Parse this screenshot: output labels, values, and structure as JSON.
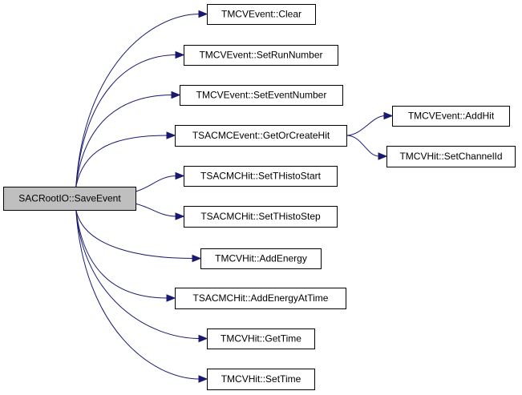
{
  "graph": {
    "root": {
      "id": "root",
      "label": "SACRootIO::SaveEvent",
      "fill": "#bfbfbf"
    },
    "callees": [
      {
        "id": "clear",
        "label": "TMCVEvent::Clear"
      },
      {
        "id": "setrun",
        "label": "TMCVEvent::SetRunNumber"
      },
      {
        "id": "setevent",
        "label": "TMCVEvent::SetEventNumber"
      },
      {
        "id": "getorcreate",
        "label": "TSACMCEvent::GetOrCreateHit"
      },
      {
        "id": "histostart",
        "label": "TSACMCHit::SetTHistoStart"
      },
      {
        "id": "histostep",
        "label": "TSACMCHit::SetTHistoStep"
      },
      {
        "id": "addenergy",
        "label": "TMCVHit::AddEnergy"
      },
      {
        "id": "addenergyat",
        "label": "TSACMCHit::AddEnergyAtTime"
      },
      {
        "id": "gettime",
        "label": "TMCVHit::GetTime"
      },
      {
        "id": "settime",
        "label": "TMCVHit::SetTime"
      }
    ],
    "secondary": [
      {
        "id": "addhit",
        "label": "TMCVEvent::AddHit"
      },
      {
        "id": "setchannel",
        "label": "TMCVHit::SetChannelId"
      }
    ],
    "edges": [
      {
        "from": "root",
        "to": "clear"
      },
      {
        "from": "root",
        "to": "setrun"
      },
      {
        "from": "root",
        "to": "setevent"
      },
      {
        "from": "root",
        "to": "getorcreate"
      },
      {
        "from": "root",
        "to": "histostart"
      },
      {
        "from": "root",
        "to": "histostep"
      },
      {
        "from": "root",
        "to": "addenergy"
      },
      {
        "from": "root",
        "to": "addenergyat"
      },
      {
        "from": "root",
        "to": "gettime"
      },
      {
        "from": "root",
        "to": "settime"
      },
      {
        "from": "getorcreate",
        "to": "addhit"
      },
      {
        "from": "getorcreate",
        "to": "setchannel"
      }
    ],
    "colors": {
      "edge": "#191970",
      "node_fill": "#ffffff",
      "node_border": "#000000",
      "root_fill": "#bfbfbf"
    }
  }
}
